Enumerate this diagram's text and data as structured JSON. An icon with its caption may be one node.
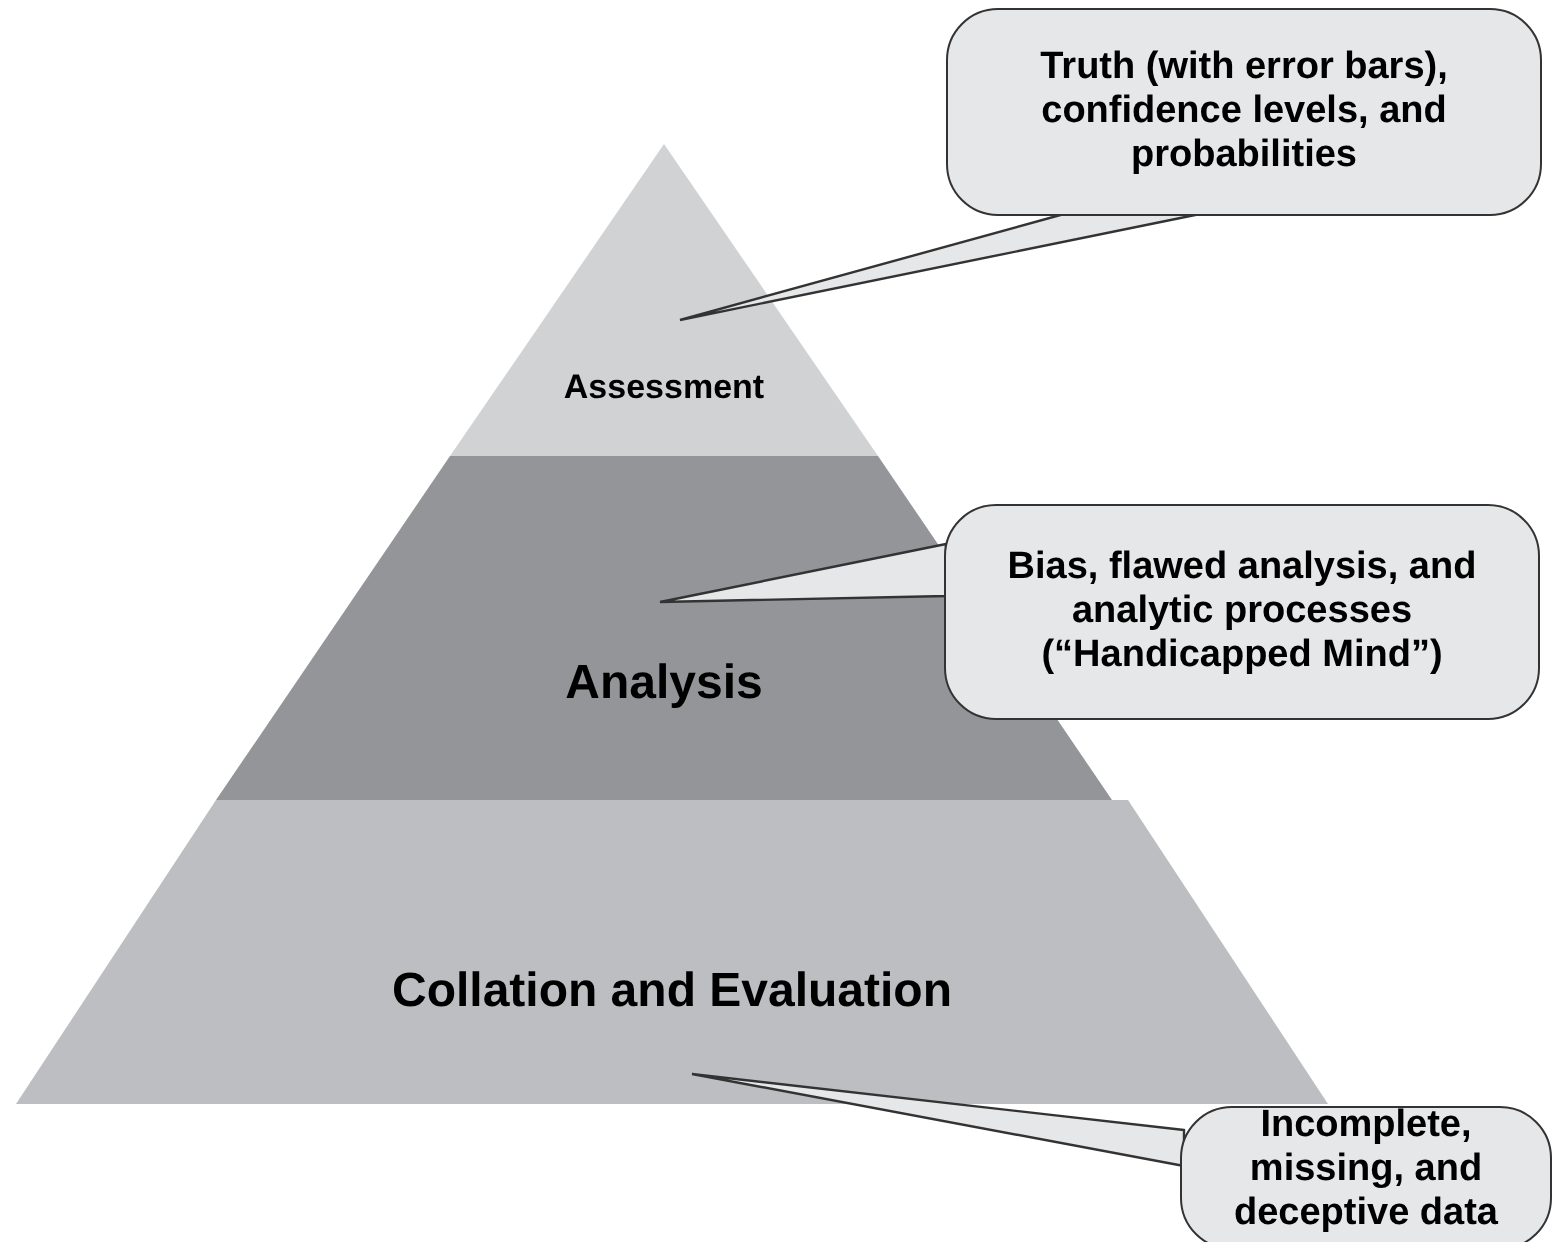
{
  "diagram": {
    "nodes": [
      {
        "text": [
          "Truth (with error bars), confidence levels, and probabilities"
        ]
      },
      {
        "text": [
          "Assessment"
        ]
      },
      {
        "text": [
          "Bias, flawed analysis, and analytic processes (“Handicapped Mind”)"
        ]
      },
      {
        "text": [
          "Analysis"
        ]
      },
      {
        "text": [
          "Collation and Evaluation"
        ]
      },
      {
        "text": [
          "Incomplete, missing, and deceptive data"
        ]
      }
    ],
    "edges": [
      {
        "from": 0,
        "to": 1,
        "arrow": "none"
      },
      {
        "from": 2,
        "to": 3,
        "arrow": "none"
      },
      {
        "from": 5,
        "to": 4,
        "arrow": "none"
      }
    ]
  }
}
